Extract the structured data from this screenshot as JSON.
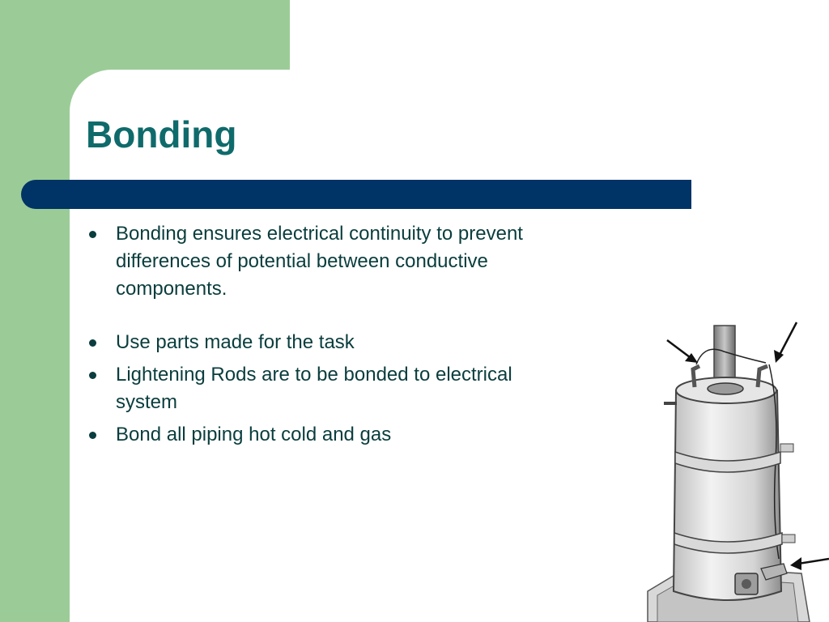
{
  "slide": {
    "title": "Bonding",
    "bullets": [
      "Bonding ensures electrical continuity to prevent differences of potential between conductive components.",
      "Use parts made for the task",
      "Lightening Rods are to be bonded to electrical system",
      "Bond all piping hot cold and gas"
    ]
  },
  "colors": {
    "green_block": "#9bcc97",
    "title": "#0f6b6b",
    "bar": "#003366",
    "text": "#0a3d3d"
  },
  "illustration": {
    "icon": "water-heater-bonding-illustration"
  }
}
